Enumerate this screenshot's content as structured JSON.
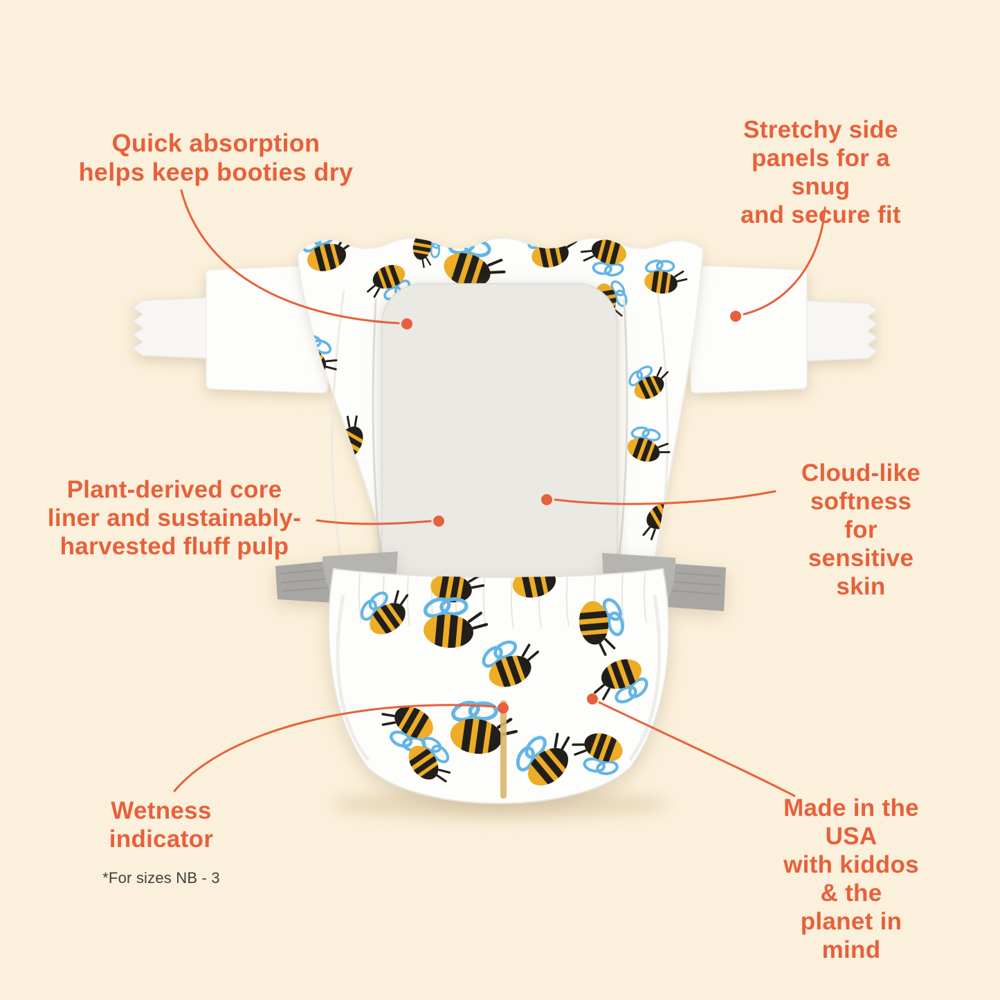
{
  "page": {
    "background_color": "#FBF0DB",
    "accent_color": "#E7603B",
    "footnote_color": "#3F3F3F"
  },
  "callouts": {
    "quick_absorption": {
      "label": "Quick absorption\nhelps keep booties dry"
    },
    "stretchy_panels": {
      "label": "Stretchy side\npanels for a snug\nand secure fit"
    },
    "plant_core": {
      "label": "Plant-derived core\nliner and sustainably-\nharvested fluff pulp"
    },
    "cloud_softness": {
      "label": "Cloud-like\nsoftness for\nsensitive skin"
    },
    "wetness_indicator": {
      "label": "Wetness\nindicator",
      "footnote": "*For sizes NB - 3"
    },
    "made_in_usa": {
      "label": "Made in the USA\nwith kiddos & the\nplanet in mind"
    }
  },
  "illustration": {
    "description": "Two bee-print diapers: an opened diaper showing the absorbent core pad (top) and a folded diaper with a wetness indicator stripe (bottom)",
    "icons": [
      "bee-icon",
      "callout-dot",
      "leader-line"
    ],
    "colors": {
      "diaper_white": "#FDFDFB",
      "pad_gray": "#EAE9E4",
      "tab_gray": "#A7A6A2",
      "bee_body": "#EDAD26",
      "bee_stripes": "#221F1A",
      "bee_wings": "#63B5E7",
      "wetness_stripe": "#D9B668"
    }
  }
}
